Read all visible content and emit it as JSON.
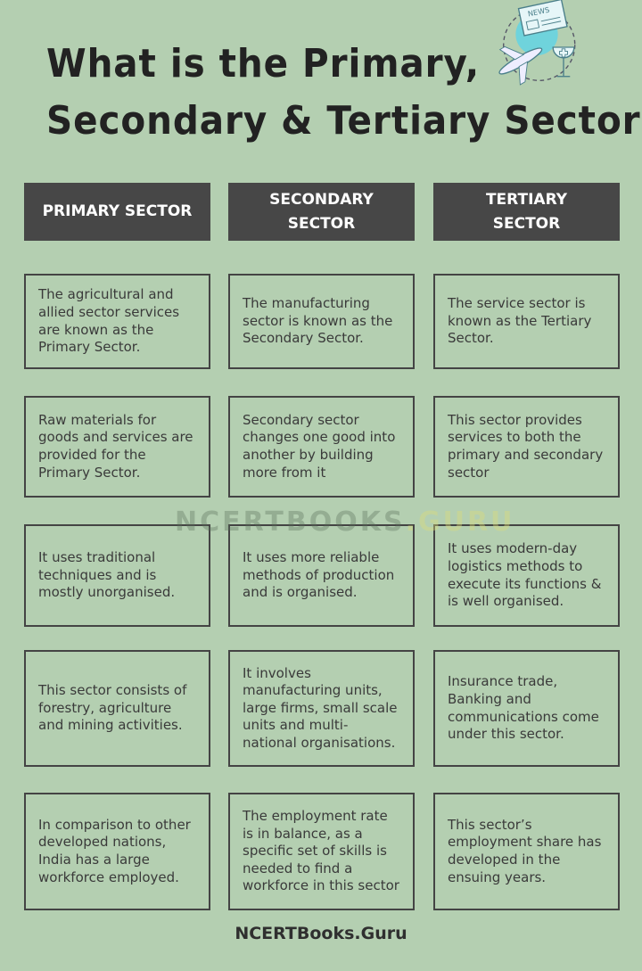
{
  "title": {
    "line1": "What is the Primary,",
    "line2": "Secondary & Tertiary Sectors"
  },
  "icon": {
    "name": "news-travel-health-icon",
    "label": "NEWS"
  },
  "headers": [
    "PRIMARY SECTOR",
    "SECONDARY SECTOR",
    "TERTIARY SECTOR"
  ],
  "rows": [
    [
      "The agricultural and allied sector services are known as the Primary Sector.",
      "The manufacturing sector is known as the Secondary Sector.",
      "The service sector is known as the Tertiary Sector."
    ],
    [
      "Raw materials for goods and services are provided for the Primary Sector.",
      "Secondary sector changes one good into another by building more from it",
      "This sector provides services to both the primary and secondary sector"
    ],
    [
      "It uses traditional techniques and is mostly unorganised.",
      "It uses more reliable methods of production and is organised.",
      "It uses modern-day logistics methods to execute its functions & is well organised."
    ],
    [
      "This sector consists of forestry, agriculture and mining activities.",
      "It involves manufacturing units, large firms, small scale units and multi-national organisations.",
      "Insurance trade, Banking and communications come under this sector."
    ],
    [
      "In comparison to other developed nations, India has a large workforce employed.",
      "The employment rate is in balance, as a specific set of skills is needed to find a workforce in this sector",
      "This sector’s employment share has developed in the ensuing years."
    ]
  ],
  "watermark": {
    "main": "NCERTBOOKS",
    "suffix": ".GURU"
  },
  "footer": "NCERTBooks.Guru"
}
